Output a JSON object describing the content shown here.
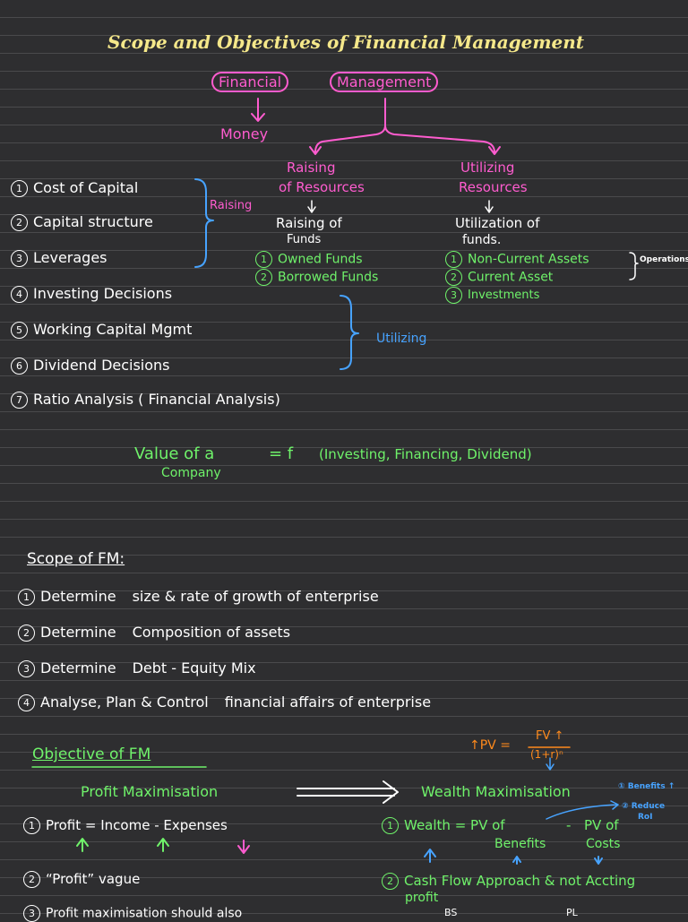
{
  "title": "Scope and Objectives of Financial Management",
  "header": {
    "financial": "Financial",
    "management": "Management",
    "money": "Money"
  },
  "raising": {
    "heading_1": "Raising",
    "heading_2": "of Resources",
    "sub_1": "Raising of",
    "sub_2": "Funds",
    "items": [
      {
        "num": "1",
        "label": "Owned Funds"
      },
      {
        "num": "2",
        "label": "Borrowed Funds"
      }
    ]
  },
  "utilizing": {
    "heading_1": "Utilizing",
    "heading_2": "Resources",
    "sub_1": "Utilization of",
    "sub_2": "funds.",
    "items": [
      {
        "num": "1",
        "label": "Non-Current Assets"
      },
      {
        "num": "2",
        "label": "Current Asset"
      },
      {
        "num": "3",
        "label": "Investments"
      }
    ],
    "operations_label": "Operations"
  },
  "decisions": {
    "items": [
      {
        "num": "1",
        "label": "Cost of Capital"
      },
      {
        "num": "2",
        "label": "Capital structure"
      },
      {
        "num": "3",
        "label": "Leverages"
      },
      {
        "num": "4",
        "label": "Investing Decisions"
      },
      {
        "num": "5",
        "label": "Working Capital Mgmt"
      },
      {
        "num": "6",
        "label": "Dividend Decisions"
      },
      {
        "num": "7",
        "label": "Ratio Analysis ( Financial Analysis)"
      }
    ],
    "raising_label": "Raising",
    "utilizing_label": "Utilizing"
  },
  "value_formula": {
    "lhs_1": "Value of a",
    "lhs_2": "Company",
    "eq": "= f",
    "rhs": "(Investing, Financing, Dividend)"
  },
  "scope": {
    "heading": "Scope of FM:",
    "items": [
      {
        "num": "1",
        "verb": "Determine",
        "rest": "size & rate of growth of enterprise"
      },
      {
        "num": "2",
        "verb": "Determine",
        "rest": "Composition of assets"
      },
      {
        "num": "3",
        "verb": "Determine",
        "rest": "Debt - Equity Mix"
      },
      {
        "num": "4",
        "verb": "Analyse, Plan & Control",
        "rest": "financial affairs of enterprise"
      }
    ]
  },
  "objective": {
    "heading": "Objective of FM",
    "pv_label": "↑PV =",
    "pv_numerator": "FV ↑",
    "pv_denominator": "(1+r)ⁿ",
    "profit_max": "Profit Maximisation",
    "wealth_max": "Wealth Maximisation",
    "benefits_note": "① Benefits ↑",
    "reduce_note_1": "② Reduce",
    "reduce_note_2": "RoI",
    "profit_eq": "Profit = Income - Expenses",
    "wealth_eq_1": "Wealth = PV of",
    "wealth_eq_minus": "-",
    "wealth_eq_2": "PV of",
    "benefits": "Benefits",
    "costs": "Costs",
    "profit_vague": "“Profit” vague",
    "cash_flow": "Cash Flow Approach & not Accting",
    "cash_flow_2": "profit",
    "profit_also": "Profit maximisation should also",
    "n1": "1",
    "n2": "2",
    "n3": "3",
    "bs": "BS",
    "pl": "PL"
  }
}
